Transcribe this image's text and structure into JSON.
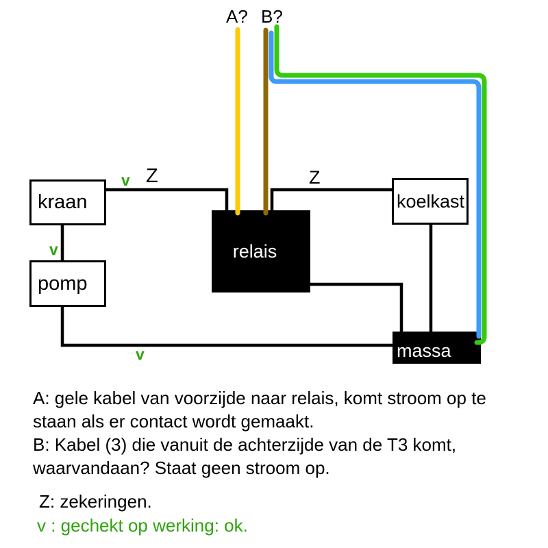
{
  "colors": {
    "yellow": "#FFC908",
    "brown": "#8E6808",
    "blue": "#3F9BF8",
    "green_wire": "#35C90F",
    "green_text": "#2FA30F",
    "black": "#000000"
  },
  "diagram": {
    "wire_labels": {
      "a": "A?",
      "b": "B?"
    },
    "fuse_labels": {
      "left": "Z",
      "right": "Z"
    },
    "check_labels": {
      "kraan_relais": "v",
      "kraan_pomp": "v",
      "bottom": "v"
    },
    "boxes": {
      "kraan": "kraan",
      "pomp": "pomp",
      "relais": "relais",
      "koelkast": "koelkast",
      "massa": "massa"
    }
  },
  "notes": {
    "a_line1": "A: gele kabel van voorzijde naar relais, komt stroom op te",
    "a_line2": "staan als er contact wordt gemaakt.",
    "b_line1": "B: Kabel (3) die vanuit de achterzijde van de T3 komt,",
    "b_line2": "waarvandaan? Staat geen stroom op.",
    "legend_z": "Z: zekeringen.",
    "legend_v": "v : gechekt op werking: ok."
  }
}
